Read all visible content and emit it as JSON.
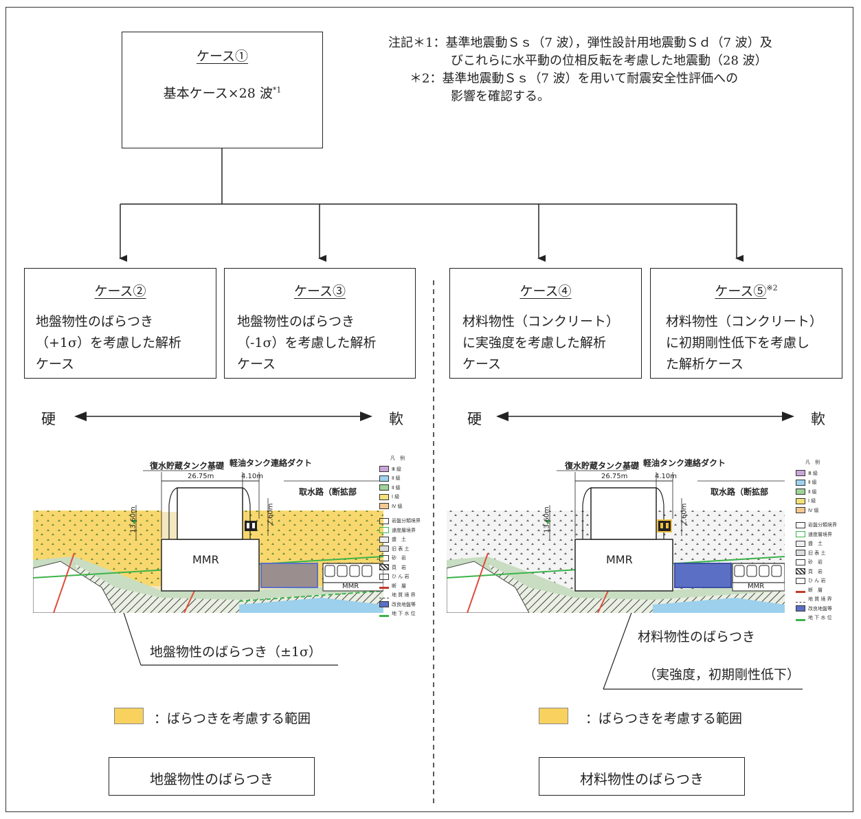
{
  "top_case": {
    "title": "ケース①",
    "desc_main": "基本ケース×28 波",
    "desc_sup": "*1"
  },
  "notes": {
    "n1_line1": "注記＊1：基準地震動Ｓｓ（7 波），弾性設計用地震動Ｓｄ（7 波）及",
    "n1_line2": "びこれらに水平動の位相反転を考慮した地震動（28 波）",
    "n2_line1": "＊2：基準地震動Ｓｓ（7 波）を用いて耐震安全性評価への",
    "n2_line2": "影響を確認する。"
  },
  "cases": [
    {
      "title": "ケース②",
      "lines": [
        "地盤物性のばらつき",
        "（+1σ）を考慮した解析",
        "ケース"
      ]
    },
    {
      "title": "ケース③",
      "lines": [
        "地盤物性のばらつき",
        "（-1σ）を考慮した解析",
        "ケース"
      ]
    },
    {
      "title": "ケース④",
      "lines": [
        "材料物性（コンクリート）",
        "に実強度を考慮した解析",
        "ケース"
      ]
    },
    {
      "title": "ケース⑤",
      "title_sup": "※2",
      "lines": [
        "材料物性（コンクリート）",
        "に初期剛性低下を考慮し",
        "た解析ケース"
      ]
    }
  ],
  "scale": {
    "hard": "硬",
    "soft": "軟"
  },
  "section": {
    "tank": "復水貯蔵タンク基礎",
    "duct": "軽油タンク連絡ダクト",
    "intake": "取水路（断拡部",
    "dim1": "26.75m",
    "dim2": "4.10m",
    "height1": "13.60m",
    "height2": "2.60m",
    "mmr": "MMR",
    "mmr_small": "MMR"
  },
  "legend": {
    "title": "凡　例",
    "items": [
      "Ⅲ 級",
      "Ⅱ 級",
      "Ⅱ 級",
      "Ⅰ 級",
      "Ⅳ 級",
      "岩盤分類境界",
      "速度層境界",
      "盛　土",
      "旧 表 土",
      "砂　岩",
      "頁　岩",
      "ひ ん 岩",
      "断　層",
      "地 質 境 界",
      "改良地盤等",
      "地 下 水 位"
    ]
  },
  "left_callout": "地盤物性のばらつき（±1σ）",
  "right_callout_1": "材料物性のばらつき",
  "right_callout_2": "（実強度，初期剛性低下）",
  "range_label": "：ばらつきを考慮する範囲",
  "footer_left": "地盤物性のばらつき",
  "footer_right": "材料物性のばらつき",
  "colors": {
    "variation": "#f8d15e",
    "improved": "#5b6fc4",
    "ground_green": "#b9d9b0",
    "water": "#9cd0ec"
  }
}
